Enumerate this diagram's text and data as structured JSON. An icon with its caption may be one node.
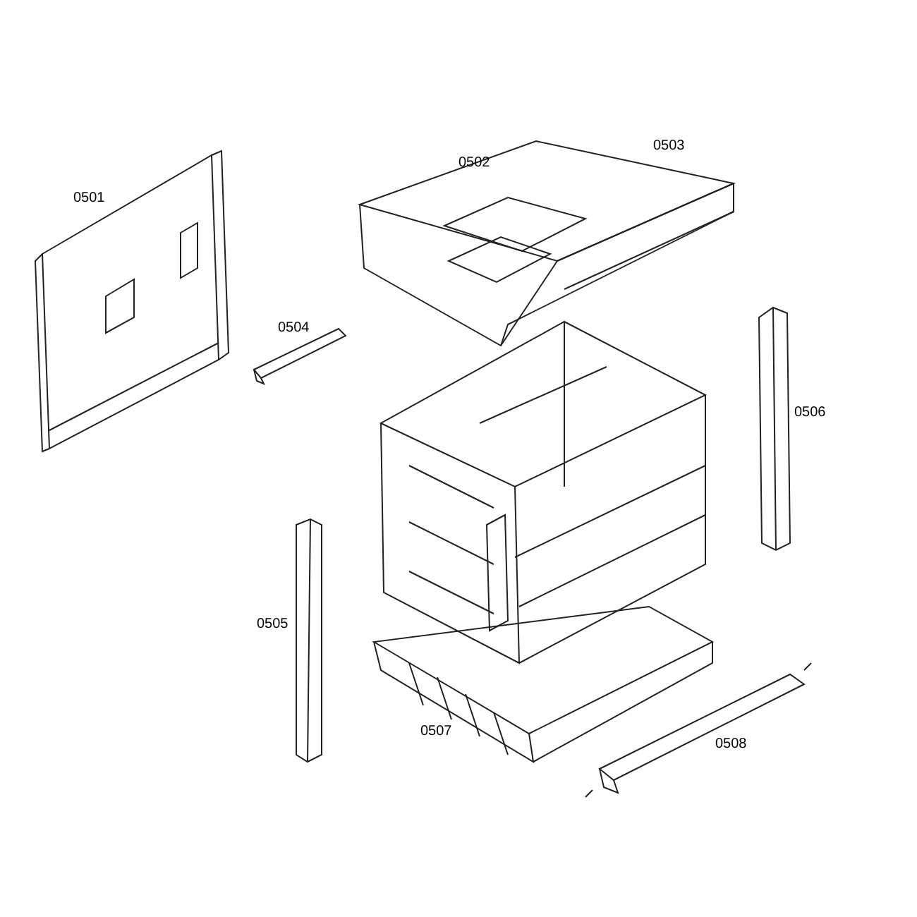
{
  "diagram": {
    "labels": [
      "0503",
      "0502",
      "0501",
      "0504",
      "0506",
      "0505",
      "0507",
      "0508"
    ]
  }
}
